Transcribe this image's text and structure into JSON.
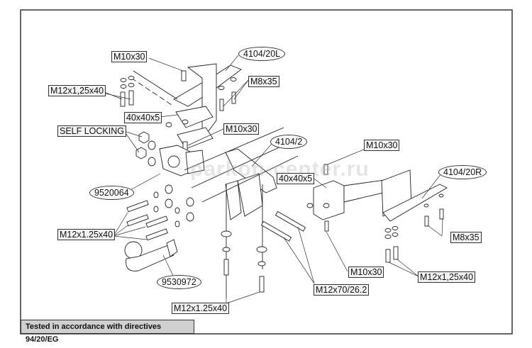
{
  "diagram": {
    "title": "Towbar exploded assembly diagram",
    "watermark": "parkon-center.ru",
    "footer_note": "Tested in accordance with directives 94/20/EG",
    "part_labels": [
      {
        "id": "m10x30-top",
        "text": "M10x30",
        "style": "box"
      },
      {
        "id": "4104-20l",
        "text": "4104/20L",
        "style": "oval"
      },
      {
        "id": "m12x125x40-left-top",
        "text": "M12x1,25x40",
        "style": "box"
      },
      {
        "id": "m8x35-left",
        "text": "M8x35",
        "style": "box"
      },
      {
        "id": "40x40x5-left",
        "text": "40x40x5",
        "style": "box"
      },
      {
        "id": "self-locking",
        "text": "SELF LOCKING",
        "style": "box"
      },
      {
        "id": "m10x30-mid-left",
        "text": "M10x30",
        "style": "box"
      },
      {
        "id": "4104-2",
        "text": "4104/2",
        "style": "oval"
      },
      {
        "id": "m10x30-right-top",
        "text": "M10x30",
        "style": "box"
      },
      {
        "id": "40x40x5-right",
        "text": "40x40x5",
        "style": "box"
      },
      {
        "id": "4104-20r",
        "text": "4104/20R",
        "style": "oval"
      },
      {
        "id": "9520064",
        "text": "9520064",
        "style": "oval"
      },
      {
        "id": "m12x125x40-left-mid",
        "text": "M12x1.25x40",
        "style": "box"
      },
      {
        "id": "m8x35-right",
        "text": "M8x35",
        "style": "box"
      },
      {
        "id": "9530972",
        "text": "9530972",
        "style": "oval"
      },
      {
        "id": "m10x30-right-bottom",
        "text": "M10x30",
        "style": "box"
      },
      {
        "id": "m12x125x40-right",
        "text": "M12x1,25x40",
        "style": "box"
      },
      {
        "id": "m12x70",
        "text": "M12x70/26.2",
        "style": "box"
      },
      {
        "id": "m12x125x40-bottom",
        "text": "M12x1.25x40",
        "style": "box"
      }
    ]
  }
}
